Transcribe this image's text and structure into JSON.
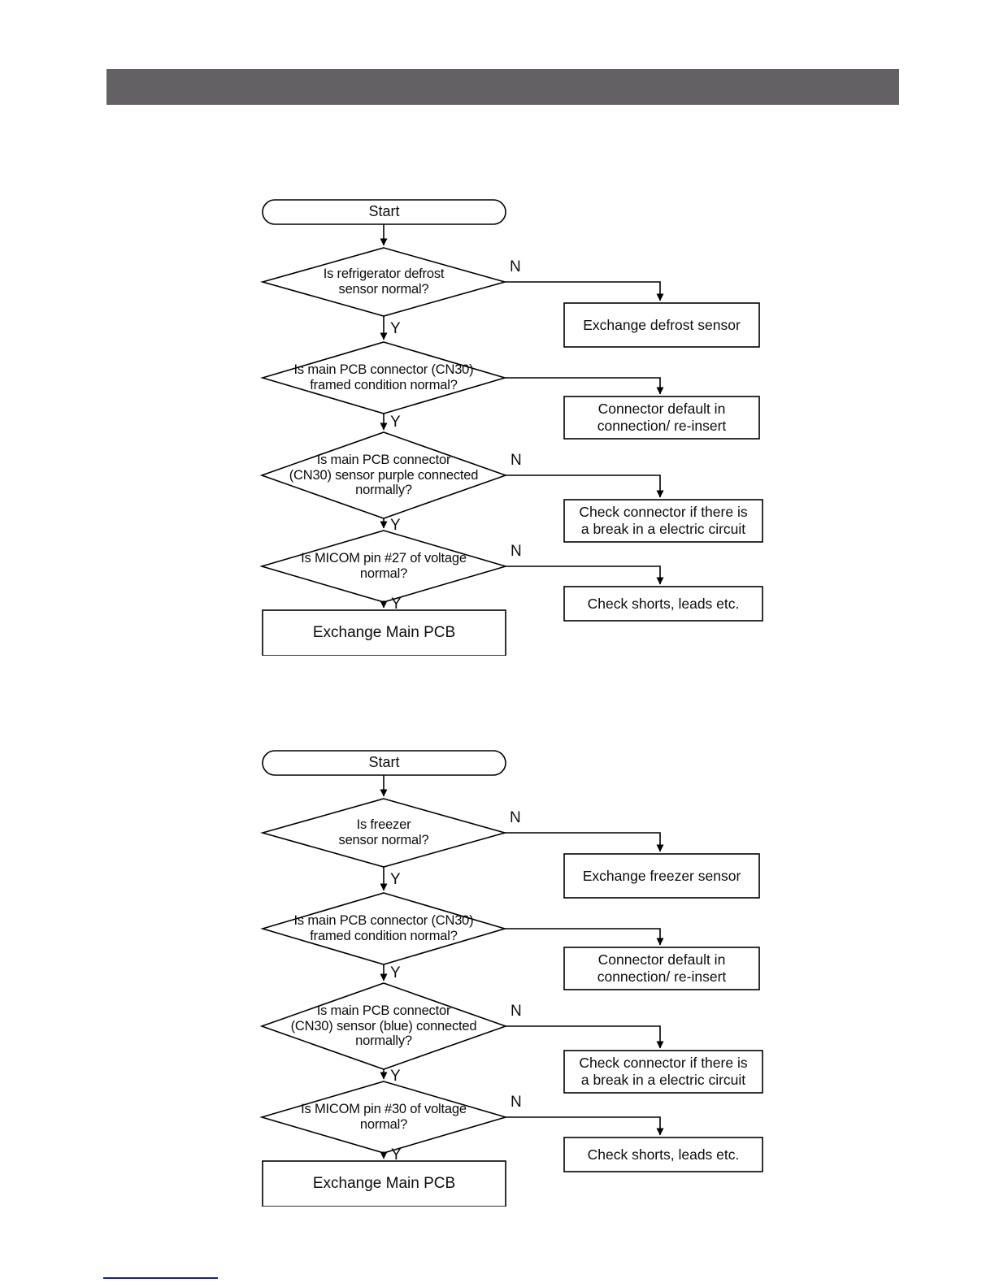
{
  "colors": {
    "header_bar": "#636163",
    "footer_line": "#1C1C96",
    "flow_stroke": "#000000",
    "background": "#FFFFFF"
  },
  "branch_labels": {
    "yes": "Y",
    "no": "N"
  },
  "charts": [
    {
      "start": "Start",
      "decisions": [
        "Is refrigerator defrost\nsensor normal?",
        "Is main PCB connector (CN30)\nframed condition normal?",
        "Is main PCB connector\n(CN30) sensor purple connected\nnormally?",
        "Is MICOM pin #27 of voltage\nnormal?"
      ],
      "no_actions": [
        "Exchange defrost sensor",
        "Connector default in\nconnection/ re-insert",
        "Check connector  if there is\na break in a electric circuit",
        "Check shorts, leads etc."
      ],
      "final_action": "Exchange Main PCB"
    },
    {
      "start": "Start",
      "decisions": [
        "Is freezer\nsensor normal?",
        "Is main PCB connector (CN30)\nframed condition normal?",
        "Is main PCB connector\n(CN30) sensor (blue) connected\nnormally?",
        "Is MICOM pin #30 of voltage\nnormal?"
      ],
      "no_actions": [
        "Exchange freezer sensor",
        "Connector default in\nconnection/ re-insert",
        "Check connector if there is\na break in a electric circuit",
        "Check shorts, leads etc."
      ],
      "final_action": "Exchange Main PCB"
    }
  ]
}
